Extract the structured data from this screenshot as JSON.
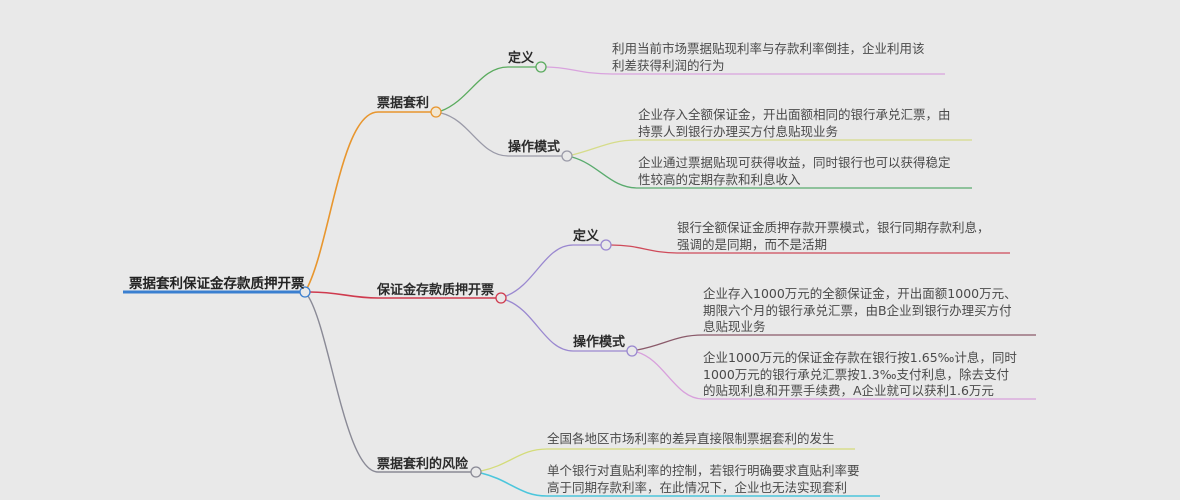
{
  "mindmap": {
    "root": {
      "label": "票据套利保证金存款质押开票",
      "color": "#3a7fd0"
    },
    "branches": [
      {
        "label": "票据套利",
        "color": "#e8962e",
        "children": [
          {
            "label": "定义",
            "color": "#5aab5e",
            "leaves": [
              {
                "lines": [
                  "利用当前市场票据贴现利率与存款利率倒挂，企业利用该",
                  "利差获得利润的行为"
                ],
                "color": "#d9a3de"
              }
            ]
          },
          {
            "label": "操作模式",
            "color": "#9a9aa8",
            "leaves": [
              {
                "lines": [
                  "企业存入全额保证金，开出面额相同的银行承兑汇票，由",
                  "持票人到银行办理买方付息贴现业务"
                ],
                "color": "#d6dc8a"
              },
              {
                "lines": [
                  "企业通过票据贴现可获得收益，同时银行也可以获得稳定",
                  "性较高的定期存款和利息收入"
                ],
                "color": "#5aab6e"
              }
            ]
          }
        ]
      },
      {
        "label": "保证金存款质押开票",
        "color": "#cf3a4e",
        "children": [
          {
            "label": "定义",
            "color": "#9a88d0",
            "leaves": [
              {
                "lines": [
                  "银行全额保证金质押存款开票模式，银行同期存款利息，",
                  "强调的是同期，而不是活期"
                ],
                "color": "#cf4a5a"
              }
            ]
          },
          {
            "label": "操作模式",
            "color": "#9a88d0",
            "leaves": [
              {
                "lines": [
                  "企业存入1000万元的全额保证金，开出面额1000万元、",
                  "期限六个月的银行承兑汇票，由B企业到银行办理买方付",
                  "息贴现业务"
                ],
                "color": "#8a5a6a"
              },
              {
                "lines": [
                  "企业1000万元的保证金存款在银行按1.65‰计息，同时",
                  "1000万元的银行承兑汇票按1.3‰支付利息，除去支付",
                  "的贴现利息和开票手续费，A企业就可以获利1.6万元"
                ],
                "color": "#d8a0dc"
              }
            ]
          }
        ]
      },
      {
        "label": "票据套利的风险",
        "color": "#8a8a96",
        "children": [],
        "leaves": [
          {
            "lines": [
              "全国各地区市场利率的差异直接限制票据套利的发生"
            ],
            "color": "#d4dc7a"
          },
          {
            "lines": [
              "单个银行对直贴利率的控制，若银行明确要求直贴利率要",
              "高于同期存款利率，在此情况下，企业也无法实现套利"
            ],
            "color": "#4cc6dc"
          }
        ]
      }
    ]
  }
}
